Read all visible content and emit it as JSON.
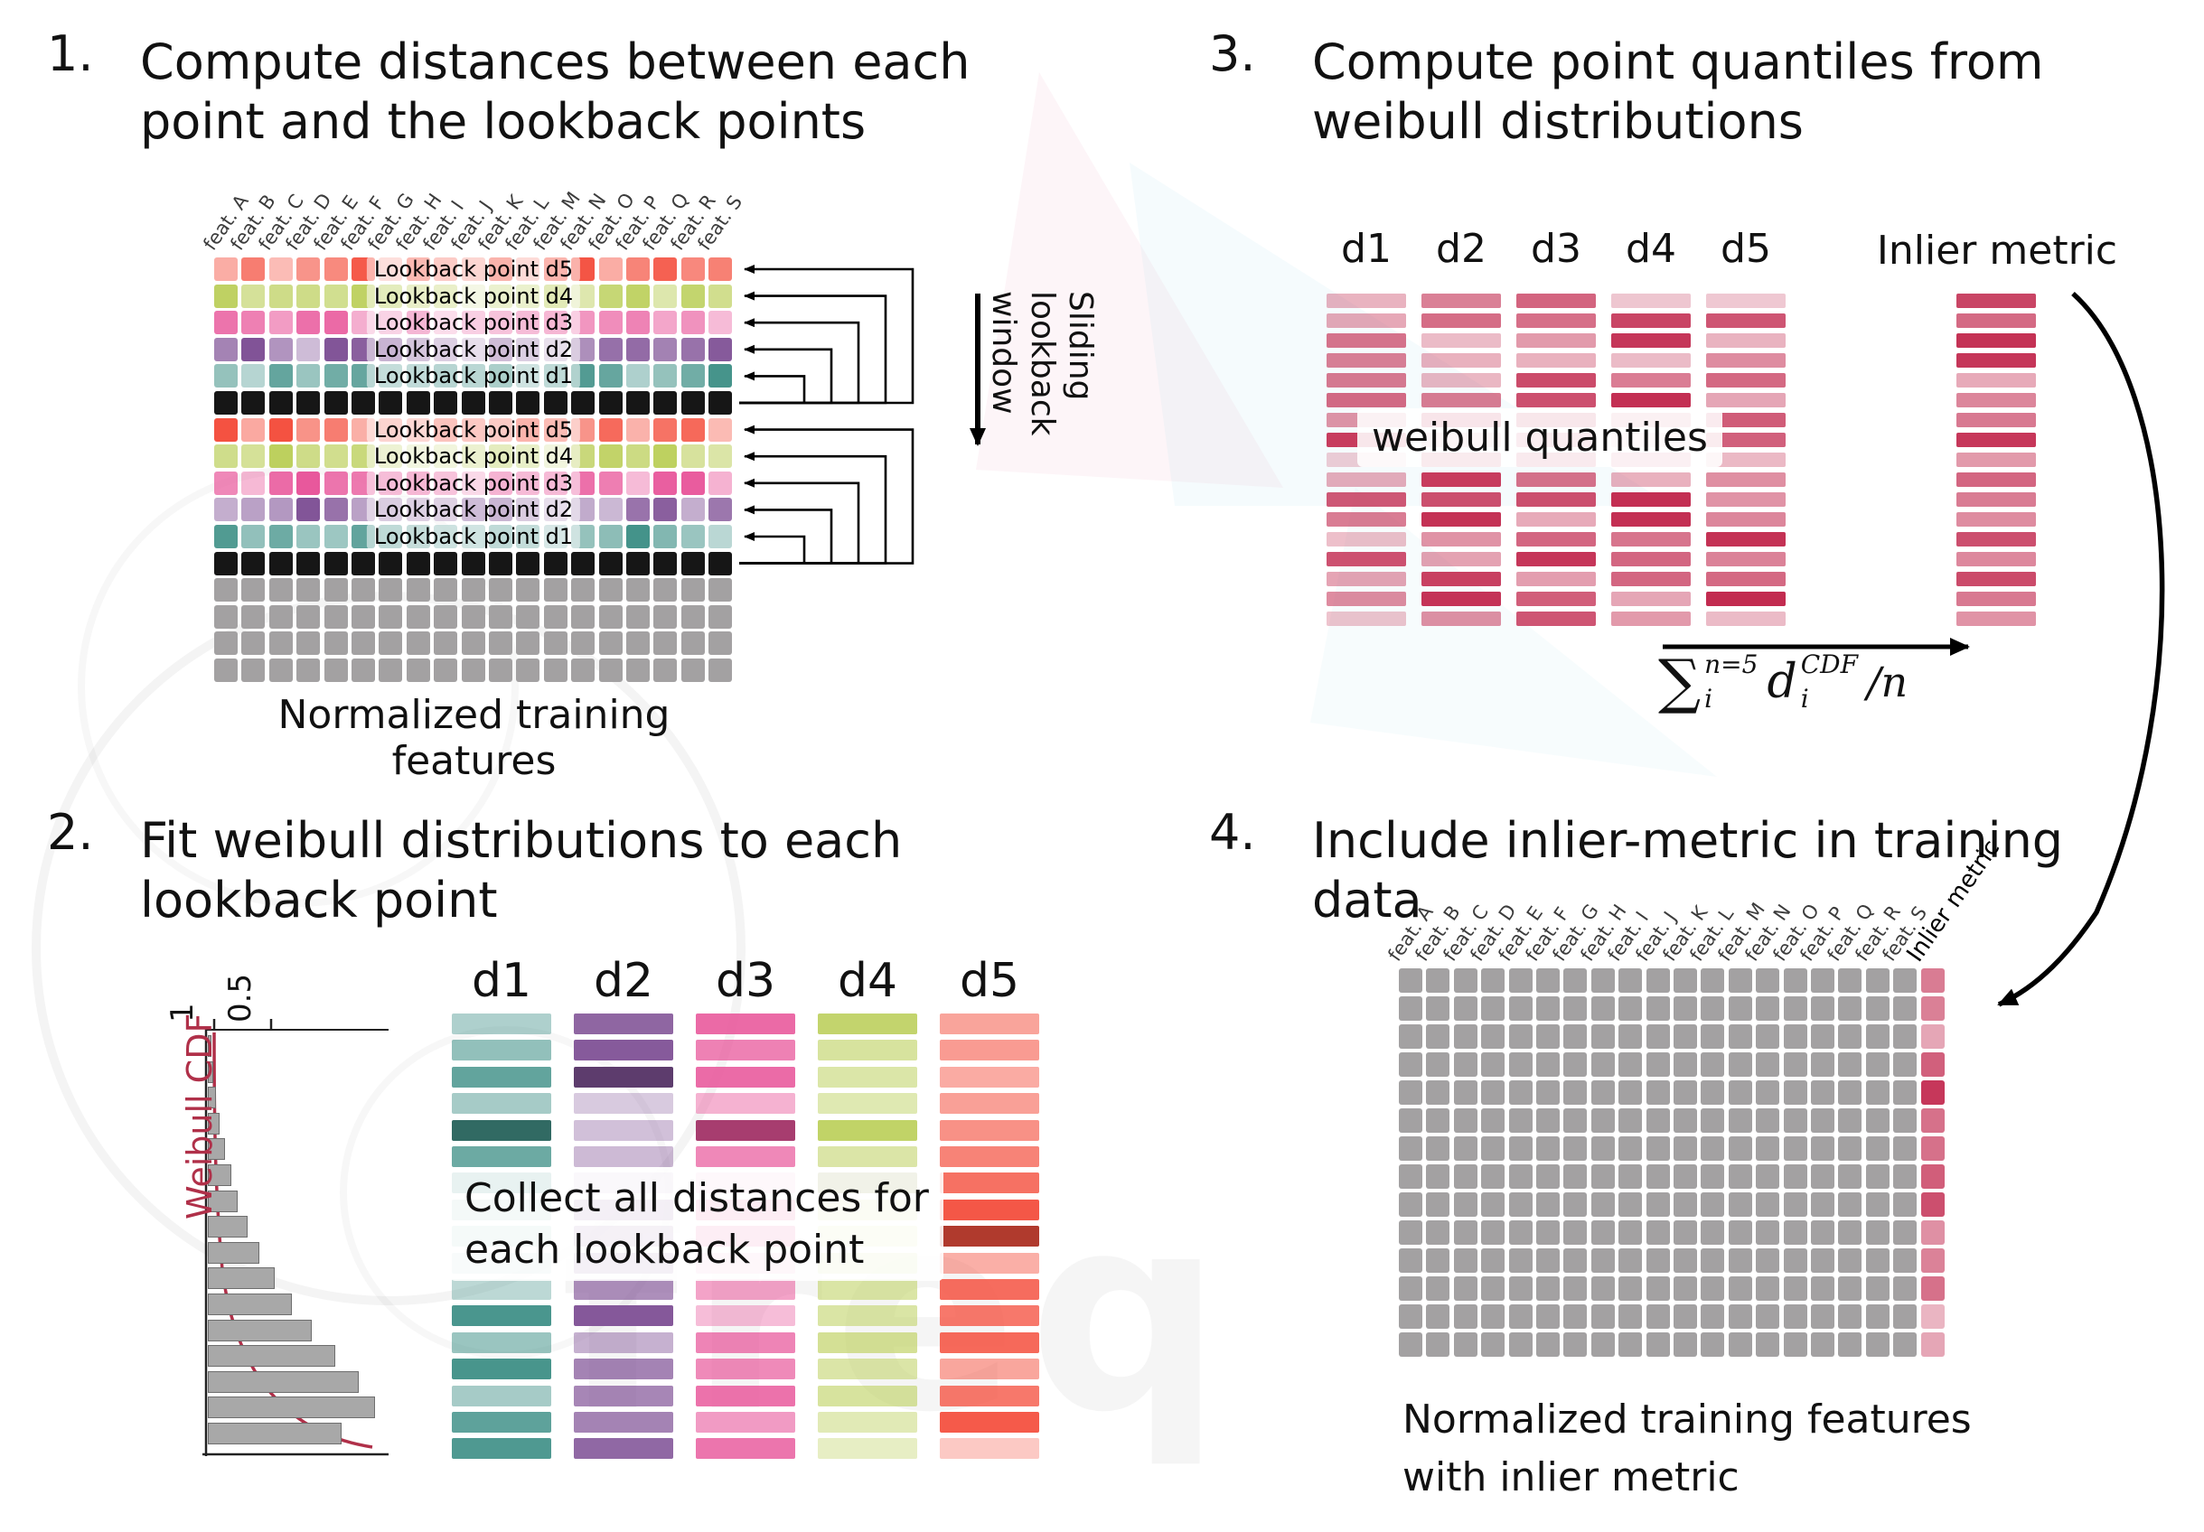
{
  "watermark": "freq",
  "palette": {
    "d1": "#44938a",
    "d2": "#815397",
    "d3": "#e8559a",
    "d4": "#bdd05e",
    "d5": "#f4503f",
    "black": "#161616",
    "gray": "#a3a1a2",
    "crimson": "#c22b50"
  },
  "s1": {
    "number": "1.",
    "title_lines": [
      "Compute distances between each",
      "point and the lookback points"
    ],
    "features": [
      "feat. A",
      "feat. B",
      "feat. C",
      "feat. D",
      "feat. E",
      "feat. F",
      "feat. G",
      "feat. H",
      "feat. I",
      "feat. J",
      "feat. K",
      "feat. L",
      "feat. M",
      "feat. N",
      "feat. O",
      "feat. P",
      "feat. Q",
      "feat. R",
      "feat. S"
    ],
    "rows": [
      {
        "kind": "d5",
        "label": "Lookback point d5"
      },
      {
        "kind": "d4",
        "label": "Lookback point d4"
      },
      {
        "kind": "d3",
        "label": "Lookback point d3"
      },
      {
        "kind": "d2",
        "label": "Lookback point d2"
      },
      {
        "kind": "d1",
        "label": "Lookback point d1"
      },
      {
        "kind": "black"
      },
      {
        "kind": "d5",
        "label": "Lookback point d5"
      },
      {
        "kind": "d4",
        "label": "Lookback point d4"
      },
      {
        "kind": "d3",
        "label": "Lookback point d3"
      },
      {
        "kind": "d2",
        "label": "Lookback point d2"
      },
      {
        "kind": "d1",
        "label": "Lookback point d1"
      },
      {
        "kind": "black"
      },
      {
        "kind": "gray"
      },
      {
        "kind": "gray"
      },
      {
        "kind": "gray"
      },
      {
        "kind": "gray"
      }
    ],
    "sliding_lines": [
      "Sliding",
      "lookback",
      "window"
    ],
    "caption": "Normalized training features"
  },
  "s2": {
    "number": "2.",
    "title_lines": [
      "Fit weibull distributions to each",
      "lookback point"
    ],
    "col_headers": [
      "d1",
      "d2",
      "d3",
      "d4",
      "d5"
    ],
    "overlay_lines": [
      "Collect all distances for",
      "each lookback point"
    ],
    "cdf_label": "Weibull CDF",
    "ticks": [
      "1",
      "0.5"
    ],
    "hist_fracs": [
      0.02,
      0.03,
      0.05,
      0.07,
      0.1,
      0.14,
      0.18,
      0.24,
      0.31,
      0.4,
      0.5,
      0.62,
      0.76,
      0.9,
      1.0,
      0.8
    ]
  },
  "s3": {
    "number": "3.",
    "title_lines": [
      "Compute point quantiles from",
      "weibull distributions"
    ],
    "col_headers": [
      "d1",
      "d2",
      "d3",
      "d4",
      "d5"
    ],
    "overlay": "weibull quantiles",
    "inlier_label": "Inlier metric",
    "f_sum": "∑",
    "f_sum_sup": "n=5",
    "f_sum_sub": "i",
    "f_d": "d",
    "f_d_sup": "CDF",
    "f_d_sub": "i",
    "f_tail": "/n"
  },
  "s4": {
    "number": "4.",
    "title_lines": [
      "Include inlier-metric in training",
      "data"
    ],
    "features": [
      "feat. A",
      "feat. B",
      "feat. C",
      "feat. D",
      "feat. E",
      "feat. F",
      "feat. G",
      "feat. H",
      "feat. I",
      "feat. J",
      "feat. K",
      "feat. L",
      "feat. M",
      "feat. N",
      "feat. O",
      "feat. P",
      "feat. Q",
      "feat. R",
      "feat. S"
    ],
    "inlier_feature": "Inlier metric",
    "caption_lines": [
      "Normalized training features",
      "with inlier metric"
    ]
  }
}
